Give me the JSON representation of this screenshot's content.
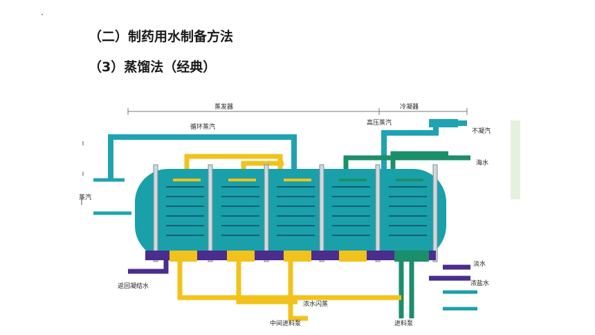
{
  "heading1": "（二）制药用水制备方法",
  "heading2": "（3）蒸馏法（经典）",
  "diagram": {
    "evaporator_label": "蒸发器",
    "condenser_label": "冷凝器",
    "labels": {
      "recycle_steam": "循环蒸汽",
      "high_pressure_steam": "高压蒸汽",
      "non_condensable_gas": "不凝汽",
      "seawater": "海水",
      "steam": "蒸汽",
      "fresh_water": "淡水",
      "brine": "浓盐水",
      "condensate_return": "返回凝结水",
      "brine_flash": "浓水闪蒸",
      "intermediate_feed_pump": "中间进料泵",
      "feed_pump": "进料泵"
    },
    "colors": {
      "vessel": "#1aa0a8",
      "steam_pipe": "#1fa3b2",
      "hot_pipe": "#f2c21c",
      "green_pipe": "#1b8f6a",
      "water": "#4a2d8c"
    }
  }
}
